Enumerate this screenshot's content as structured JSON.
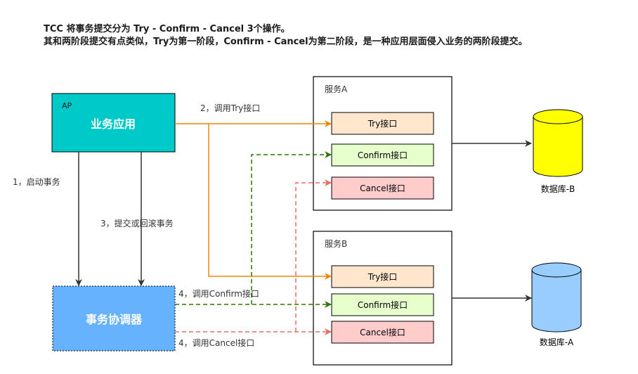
{
  "header": {
    "line1": "TCC 将事务提交分为 Try - Confirm - Cancel 3个操作。",
    "line2": "其和两阶段提交有点类似，Try为第一阶段，Confirm - Cancel为第二阶段，是一种应用层面侵入业务的两阶段提交。"
  },
  "ap": {
    "tag": "AP",
    "label": "业务应用"
  },
  "coordinator": {
    "label": "事务协调器"
  },
  "serviceA": {
    "title": "服务A",
    "try": "Try接口",
    "confirm": "Confirm接口",
    "cancel": "Cancel接口"
  },
  "serviceB": {
    "title": "服务B",
    "try": "Try接口",
    "confirm": "Confirm接口",
    "cancel": "Cancel接口"
  },
  "edges": {
    "start": "1，启动事务",
    "tryCall": "2，调用Try接口",
    "commitRollback": "3，提交或回滚事务",
    "confirmCall": "4，调用Confirm接口",
    "cancelCall": "4，调用Cancel接口"
  },
  "databases": {
    "b": "数据库-B",
    "a": "数据库-A"
  },
  "colors": {
    "ap_fill": "#00C9C9",
    "coordinator_fill": "#66B2FF",
    "try_fill": "#FFE6CC",
    "confirm_fill": "#E6FFCC",
    "cancel_fill": "#FFCCCC",
    "try_line": "#F08705",
    "confirm_line": "#2D7600",
    "cancel_line": "#EA6B66",
    "db_b_fill": "#FFFF00",
    "db_a_fill": "#99CCFF"
  }
}
